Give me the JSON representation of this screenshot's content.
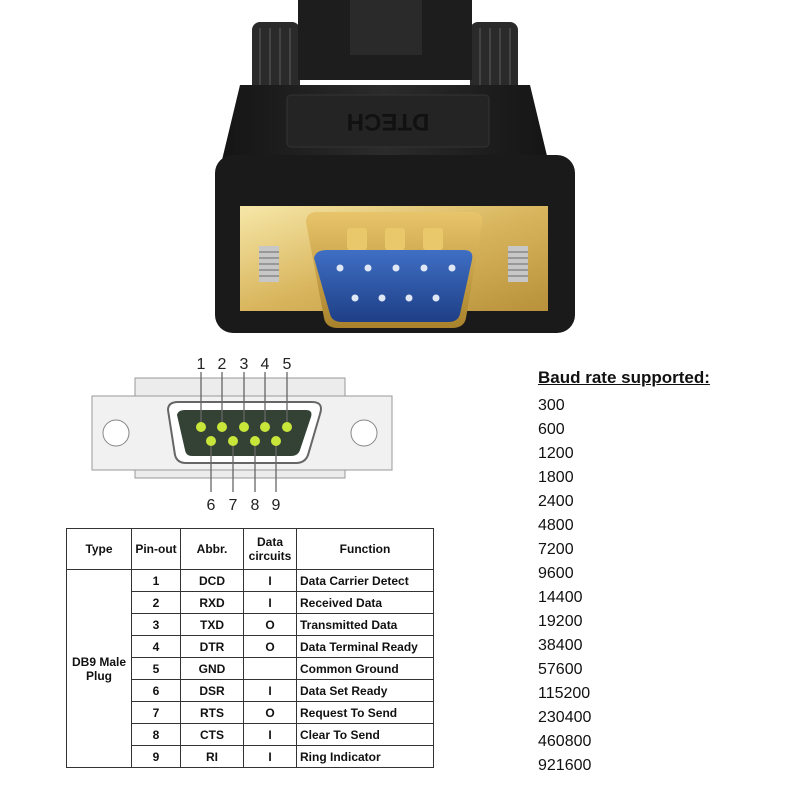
{
  "product": {
    "brand_text": "DTECH"
  },
  "pinout_diagram": {
    "top_pins": [
      "1",
      "2",
      "3",
      "4",
      "5"
    ],
    "bottom_pins": [
      "6",
      "7",
      "8",
      "9"
    ]
  },
  "pin_table": {
    "headers": {
      "type": "Type",
      "pinout": "Pin-out",
      "abbr": "Abbr.",
      "circuits": "Data circuits",
      "function": "Function"
    },
    "type_label": "DB9 Male Plug",
    "rows": [
      {
        "pin": "1",
        "abbr": "DCD",
        "circuit": "I",
        "function": "Data Carrier Detect"
      },
      {
        "pin": "2",
        "abbr": "RXD",
        "circuit": "I",
        "function": "Received Data"
      },
      {
        "pin": "3",
        "abbr": "TXD",
        "circuit": "O",
        "function": "Transmitted Data"
      },
      {
        "pin": "4",
        "abbr": "DTR",
        "circuit": "O",
        "function": "Data Terminal Ready"
      },
      {
        "pin": "5",
        "abbr": "GND",
        "circuit": "",
        "function": "Common Ground"
      },
      {
        "pin": "6",
        "abbr": "DSR",
        "circuit": "I",
        "function": "Data Set Ready"
      },
      {
        "pin": "7",
        "abbr": "RTS",
        "circuit": "O",
        "function": "Request To Send"
      },
      {
        "pin": "8",
        "abbr": "CTS",
        "circuit": "I",
        "function": "Clear To Send"
      },
      {
        "pin": "9",
        "abbr": "RI",
        "circuit": "I",
        "function": "Ring Indicator"
      }
    ]
  },
  "baud": {
    "title": "Baud  rate supported:",
    "rates": [
      "300",
      "600",
      "1200",
      "1800",
      "2400",
      "4800",
      "7200",
      "9600",
      "14400",
      "19200",
      "38400",
      "57600",
      "115200",
      "230400",
      "460800",
      "921600"
    ]
  }
}
